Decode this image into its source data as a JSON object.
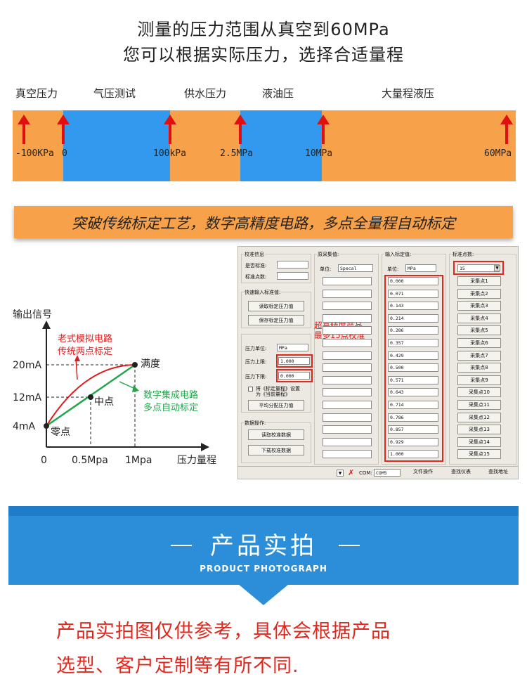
{
  "headline": {
    "line1": "测量的压力范围从真空到60MPa",
    "line2": "您可以根据实际压力，选择合适量程"
  },
  "range_bar": {
    "labels": [
      "真空压力",
      "气压测试",
      "供水压力",
      "液油压",
      "大量程液压"
    ],
    "ticks": [
      "-100KPa",
      "0",
      "100kPa",
      "2.5MPa",
      "10MPa",
      "60MPa"
    ],
    "colors": {
      "orange": "#f7a24a",
      "blue": "#3399ee",
      "arrow": "#e01010"
    }
  },
  "banner": {
    "text": "突破传统标定工艺，数字高精度电路，多点全量程自动标定"
  },
  "calibration_chart": {
    "y_title": "输出信号",
    "x_title": "压力量程",
    "y_ticks": [
      "20mA",
      "12mA",
      "4mA"
    ],
    "x_ticks": [
      "0",
      "0.5Mpa",
      "1Mpa"
    ],
    "points": {
      "zero": "零点",
      "mid": "中点",
      "full": "满度"
    },
    "old_label_1": "老式模拟电路",
    "old_label_2": "传统两点标定",
    "new_label_1": "数字集成电路",
    "new_label_2": "多点自动标定",
    "colors": {
      "old": "#e01b1b",
      "new": "#23a64b"
    }
  },
  "software": {
    "calib_info": {
      "title": "校准信息",
      "calibrated_label": "是否标准:",
      "points_label": "标准点数:"
    },
    "quick_input": {
      "title": "快速输入标准值:",
      "read_btn": "读取标定压力值",
      "save_btn": "保存标定压力值"
    },
    "pressure": {
      "unit_label": "压力单位:",
      "unit_value": "MPa",
      "upper_label": "压力上限:",
      "upper_value": "1.000",
      "lower_label": "压力下限:",
      "lower_value": "0.000",
      "checkbox_label_1": "将《标定量程》设置",
      "checkbox_label_2": "为《当前量程》",
      "avg_btn": "平均分配压力值"
    },
    "data_ops": {
      "title": "数据操作:",
      "read_btn": "读取校准数据",
      "download_btn": "下载校准数据"
    },
    "raw": {
      "title": "原采集值:",
      "unit_label": "单位:",
      "unit_value": "Specal"
    },
    "input": {
      "title": "输入标定值:",
      "unit_label": "单位:",
      "unit_value": "MPa",
      "values": [
        "0.000",
        "0.071",
        "0.143",
        "0.214",
        "0.286",
        "0.357",
        "0.429",
        "0.500",
        "0.571",
        "0.643",
        "0.714",
        "0.786",
        "0.857",
        "0.929",
        "1.000"
      ]
    },
    "points": {
      "title": "标准点数:",
      "select_value": "15",
      "buttons": [
        "采集点1",
        "采集点2",
        "采集点3",
        "采集点4",
        "采集点5",
        "采集点6",
        "采集点7",
        "采集点8",
        "采集点9",
        "采集点10",
        "采集点11",
        "采集点12",
        "采集点13",
        "采集点14",
        "采集点15"
      ]
    },
    "note_line1": "超高精度产品",
    "note_line2": "最多15点校准",
    "status": {
      "com_label": "COM:",
      "com_value": "COM5",
      "file_ops": "文件操作",
      "find_device": "查找仪表",
      "find_address": "查找地址"
    }
  },
  "section": {
    "title": "产品实拍",
    "subtitle": "PRODUCT PHOTOGRAPH",
    "color": "#2c8dd8"
  },
  "note": {
    "line1": "产品实拍图仅供参考，具体会根据产品",
    "line2": "选型、客户定制等有所不同."
  }
}
